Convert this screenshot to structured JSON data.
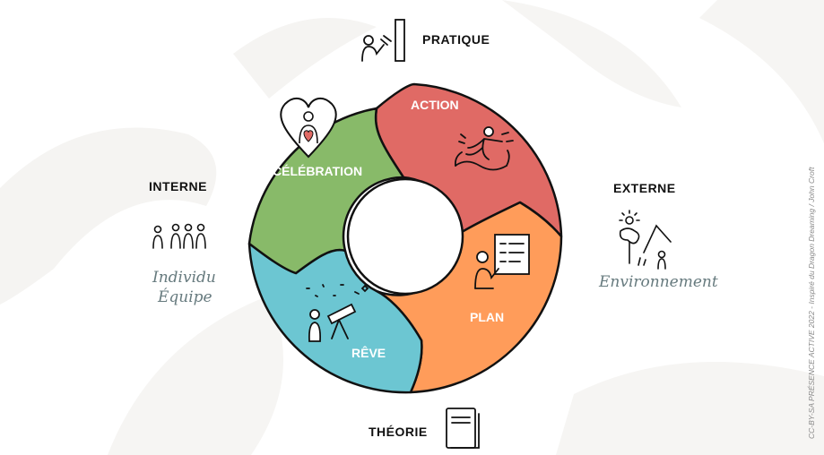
{
  "axes": {
    "top": "PRATIQUE",
    "bottom": "THÉORIE",
    "left": "INTERNE",
    "right": "EXTERNE"
  },
  "left_script": {
    "line1": "Individu",
    "line2": "Équipe"
  },
  "right_script": "Environnement",
  "segments": [
    {
      "label": "ACTION",
      "color": "#e06a65",
      "icon": "runner-icon"
    },
    {
      "label": "PLAN",
      "color": "#ff9c5a",
      "icon": "planning-board-icon"
    },
    {
      "label": "RÊVE",
      "color": "#6cc6d2",
      "icon": "telescope-icon"
    },
    {
      "label": "CÉLÉBRATION",
      "color": "#88ba69",
      "icon": "heart-icon"
    }
  ],
  "credit": "CC-BY-SA PRÉSENCE ACTIVE 2022 - Inspiré du Dragon Dreaming / John Croft"
}
